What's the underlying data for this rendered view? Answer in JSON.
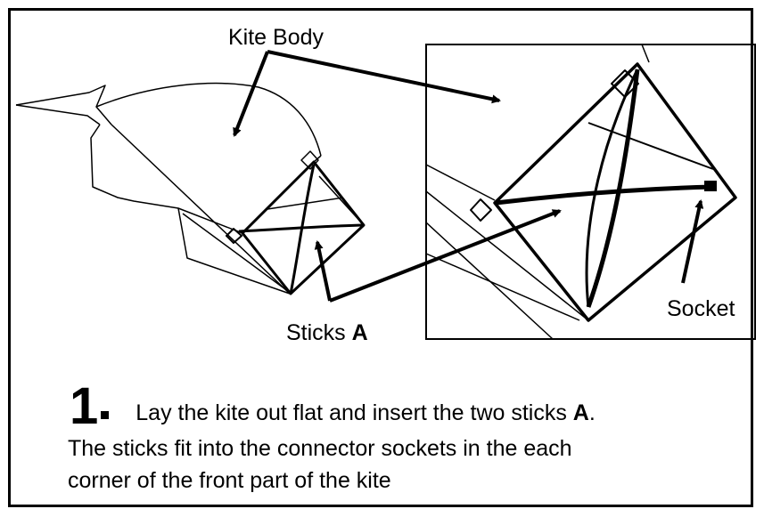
{
  "labels": {
    "kite_body": "Kite Body",
    "sticks_prefix": "Sticks ",
    "sticks_letter": "A",
    "socket": "Socket"
  },
  "step": {
    "number": "1",
    "text_part1": "Lay the kite out flat and insert the two sticks ",
    "text_bold": "A",
    "text_part2": ".",
    "line2": "The sticks fit into the connector sockets in the each",
    "line3": "corner of the front part of the kite"
  },
  "colors": {
    "ink": "#000000",
    "paper": "#ffffff"
  }
}
